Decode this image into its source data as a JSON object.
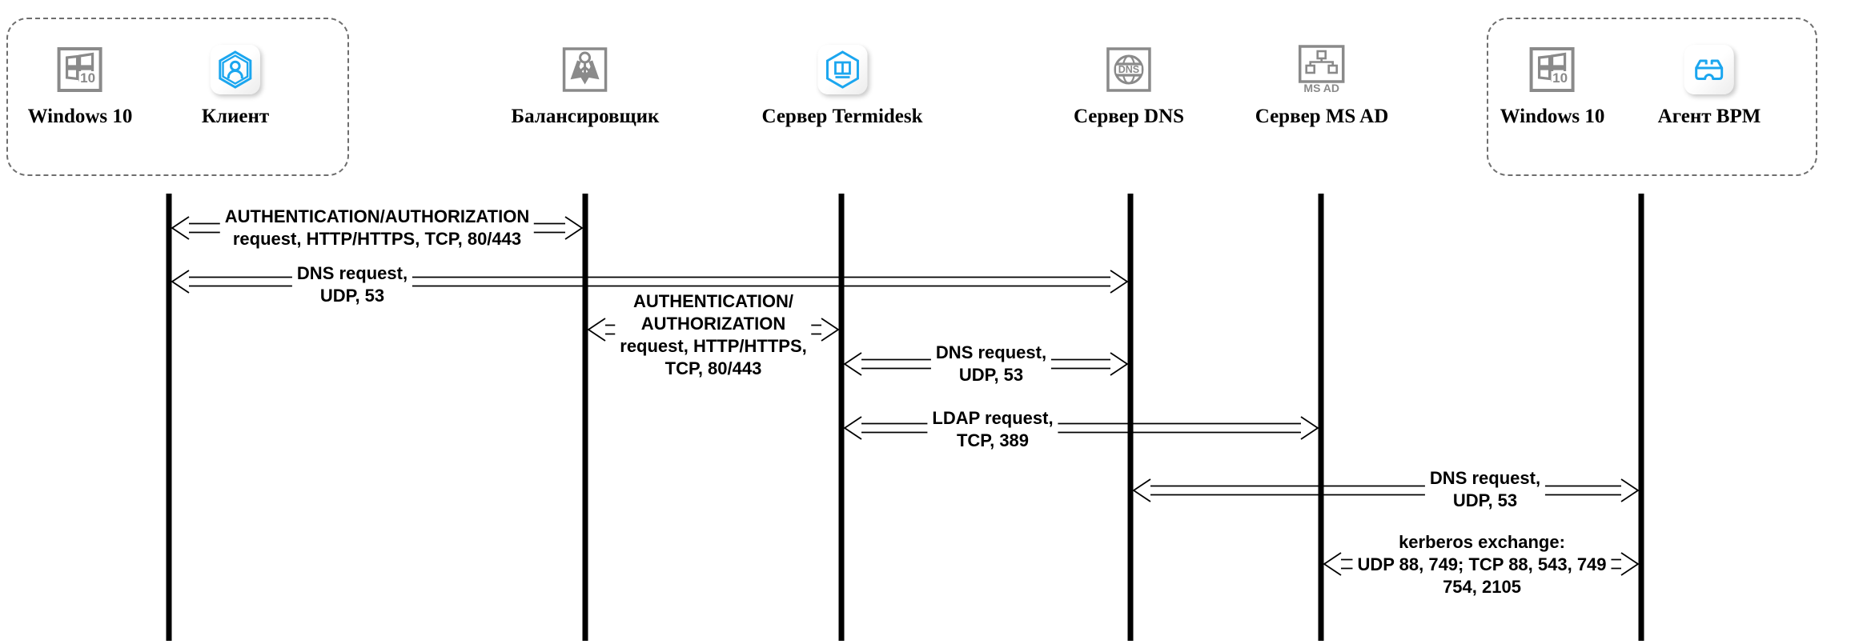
{
  "actors": [
    {
      "label": "Windows 10"
    },
    {
      "label": "Клиент"
    },
    {
      "label": "Балансировщик"
    },
    {
      "label": "Сервер Termidesk"
    },
    {
      "label": "Сервер DNS"
    },
    {
      "label": "Сервер MS AD"
    },
    {
      "label": "Windows 10"
    },
    {
      "label": "Агент BPM"
    }
  ],
  "icon_text": {
    "windows_badge": "10",
    "dns_badge": "DNS",
    "msad_badge": "MS AD"
  },
  "messages": [
    {
      "lines": [
        "AUTHENTICATION/AUTHORIZATION",
        "request, HTTP/HTTPS, TCP, 80/443"
      ]
    },
    {
      "lines": [
        "DNS request,",
        "UDP, 53"
      ]
    },
    {
      "lines": [
        "AUTHENTICATION/",
        "AUTHORIZATION",
        "request, HTTP/HTTPS,",
        "TCP, 80/443"
      ]
    },
    {
      "lines": [
        "DNS request,",
        "UDP, 53"
      ]
    },
    {
      "lines": [
        "LDAP request,",
        "TCP, 389"
      ]
    },
    {
      "lines": [
        "DNS request,",
        "UDP, 53"
      ]
    },
    {
      "lines": [
        "kerberos exchange:",
        "UDP 88, 749; TCP 88, 543, 749",
        "754, 2105"
      ]
    }
  ],
  "colors": {
    "accent_blue": "#1BA6EF",
    "icon_gray": "#8a8a8a",
    "line_color": "#000000",
    "dashed_border": "#6e6e6e"
  }
}
